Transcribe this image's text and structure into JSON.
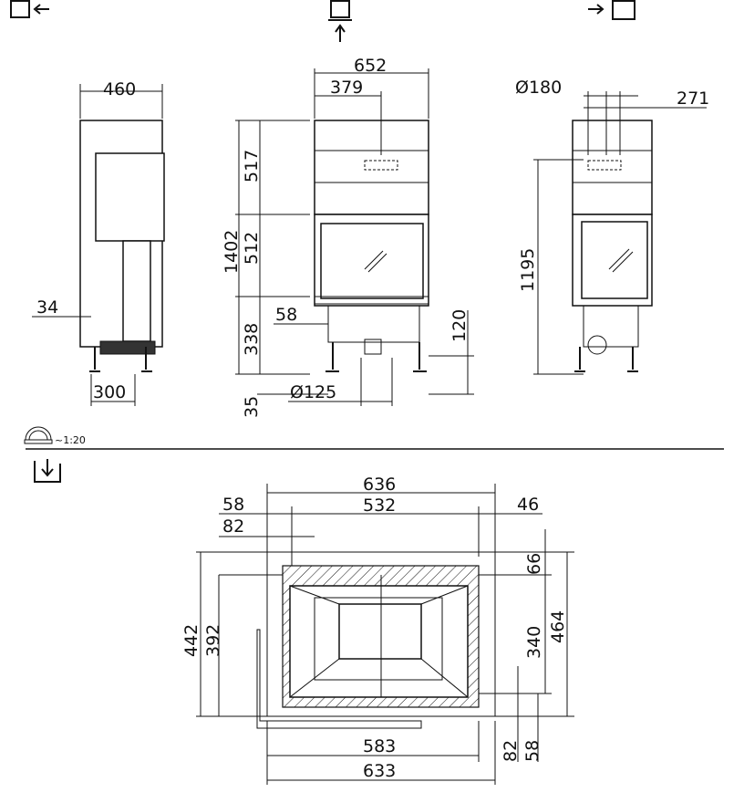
{
  "views": {
    "left_view_icon": "view-from-left-icon",
    "front_view_icon": "view-from-front-icon",
    "right_view_icon": "view-from-right-icon",
    "top_view_icon": "view-from-top-icon"
  },
  "side_left": {
    "width": "460",
    "offset": "34",
    "depth": "300"
  },
  "front": {
    "width": "652",
    "flue_offset": "379",
    "total_height": "1402",
    "top_section": "517",
    "glass": "512",
    "base": "338",
    "legs": "35",
    "side": "58",
    "air_inlet_height": "120",
    "air_inlet_diameter": "Ø125"
  },
  "side_right": {
    "flue_diameter": "Ø180",
    "flue_depth": "271",
    "flue_height": "1195"
  },
  "scale": {
    "label": "~1:20"
  },
  "plan": {
    "width_outer": "636",
    "width_inner": "532",
    "left_offset": "58",
    "left_offset2": "82",
    "right_offset": "46",
    "top_offset": "66",
    "depth_outer": "442",
    "depth_inner": "392",
    "depth_right": "340",
    "depth_total": "464",
    "bottom_width": "583",
    "bottom_total": "633",
    "bottom_offset1": "82",
    "bottom_offset2": "58"
  }
}
